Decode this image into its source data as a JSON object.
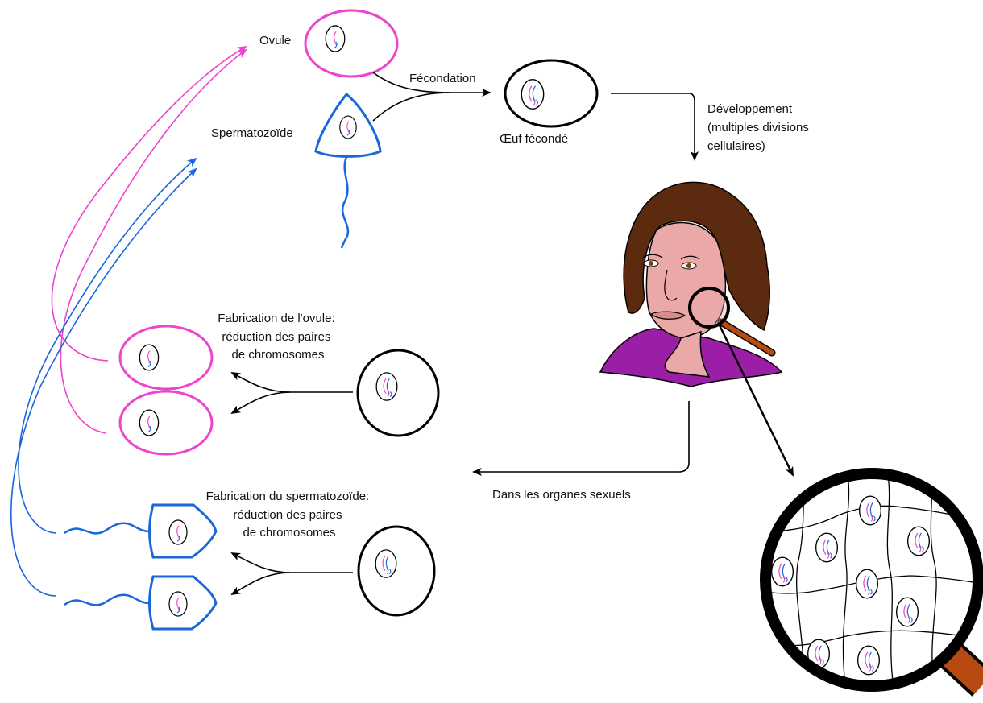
{
  "labels": {
    "ovule": "Ovule",
    "spermatozoide": "Spermatozoïde",
    "fecondation": "Fécondation",
    "oeuf": "Œuf fécondé",
    "developpement": [
      "Développement",
      "(multiples divisions",
      "cellulaires)"
    ],
    "fabrication_ovule": [
      "Fabrication de l'ovule:",
      "réduction des paires",
      "de chromosomes"
    ],
    "fabrication_sperm": [
      "Fabrication du spermatozoïde:",
      "réduction des paires",
      "de chromosomes"
    ],
    "organes": "Dans les organes sexuels"
  },
  "colors": {
    "ovule": "#ee44cc",
    "sperm": "#1a66dd",
    "ink": "#000000",
    "skin": "#eaa9a8",
    "hair": "#5c2a0e",
    "shirt": "#9b1fa6",
    "handle": "#b64a10"
  }
}
